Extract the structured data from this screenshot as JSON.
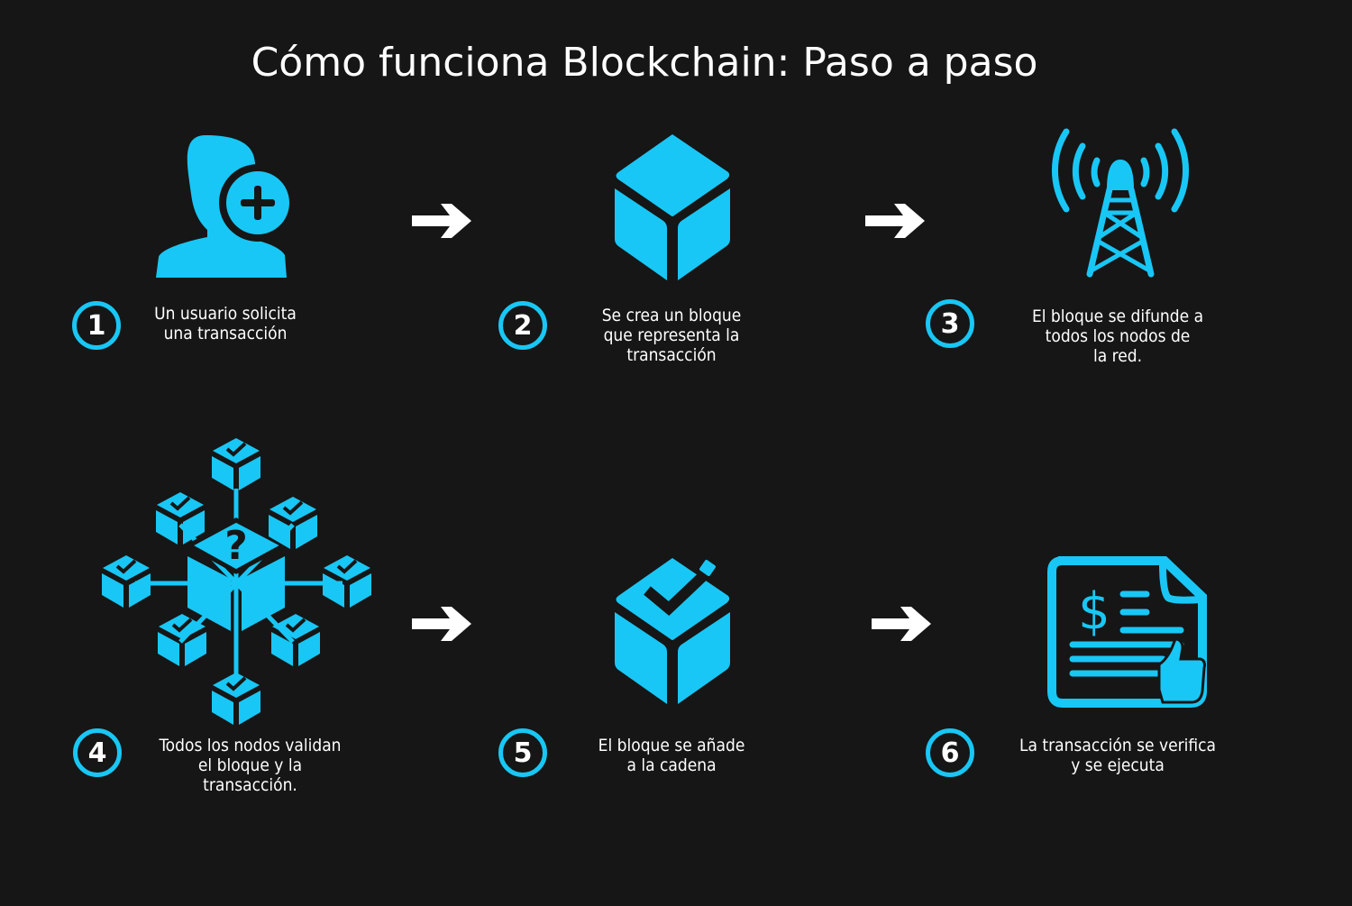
{
  "title": "Cómo funciona Blockchain: Paso a paso",
  "colors": {
    "accent": "#18c7f5",
    "background": "#161616",
    "text": "#ffffff"
  },
  "steps": [
    {
      "number": "1",
      "icon": "user-add-icon",
      "text": "Un usuario solicita\nuna transacción"
    },
    {
      "number": "2",
      "icon": "block-cube-icon",
      "text": "Se crea un bloque\nque representa la\ntransacción"
    },
    {
      "number": "3",
      "icon": "broadcast-tower-icon",
      "text": "El bloque se difunde a\ntodos los nodos de\nla red."
    },
    {
      "number": "4",
      "icon": "node-network-icon",
      "text": "Todos los nodos validan\nel bloque y la\ntransacción."
    },
    {
      "number": "5",
      "icon": "verified-block-icon",
      "text": "El bloque se añade\na la cadena"
    },
    {
      "number": "6",
      "icon": "approved-invoice-icon",
      "text": "La transacción se verifica\ny se ejecuta"
    }
  ],
  "arrows": [
    "arrow-right-icon",
    "arrow-right-icon",
    "arrow-right-icon",
    "arrow-right-icon"
  ]
}
